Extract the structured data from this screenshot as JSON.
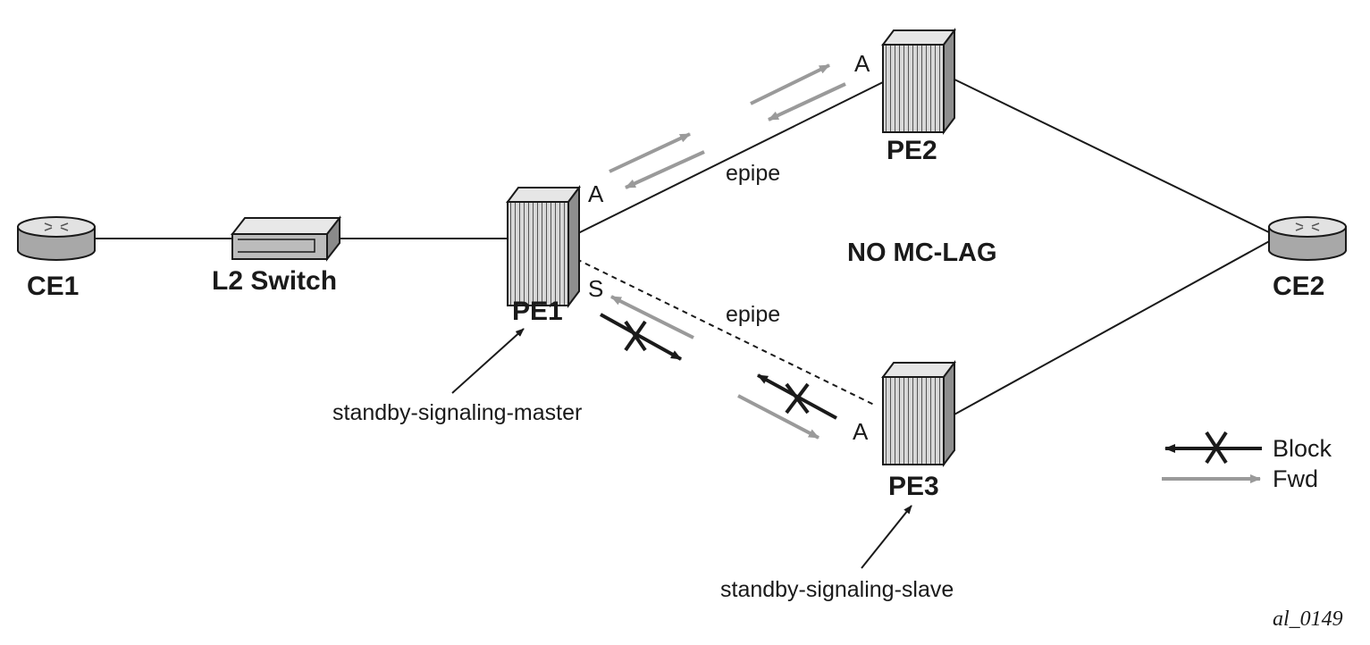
{
  "nodes": {
    "ce1": "CE1",
    "l2_switch": "L2 Switch",
    "pe1": "PE1",
    "pe2": "PE2",
    "pe3": "PE3",
    "ce2": "CE2"
  },
  "port_labels": {
    "pe1_active": "A",
    "pe1_standby": "S",
    "pe2_active": "A",
    "pe3_active": "A"
  },
  "links": {
    "pe1_pe2": "epipe",
    "pe1_pe3": "epipe"
  },
  "status_text": "NO MC-LAG",
  "annotations": {
    "pe1_role": "standby-signaling-master",
    "pe3_role": "standby-signaling-slave"
  },
  "legend": {
    "block": "Block",
    "fwd": "Fwd"
  },
  "figure_id": "al_0149",
  "colors": {
    "block": "#1a1a1a",
    "fwd": "#9a9a9a",
    "line": "#1a1a1a"
  }
}
